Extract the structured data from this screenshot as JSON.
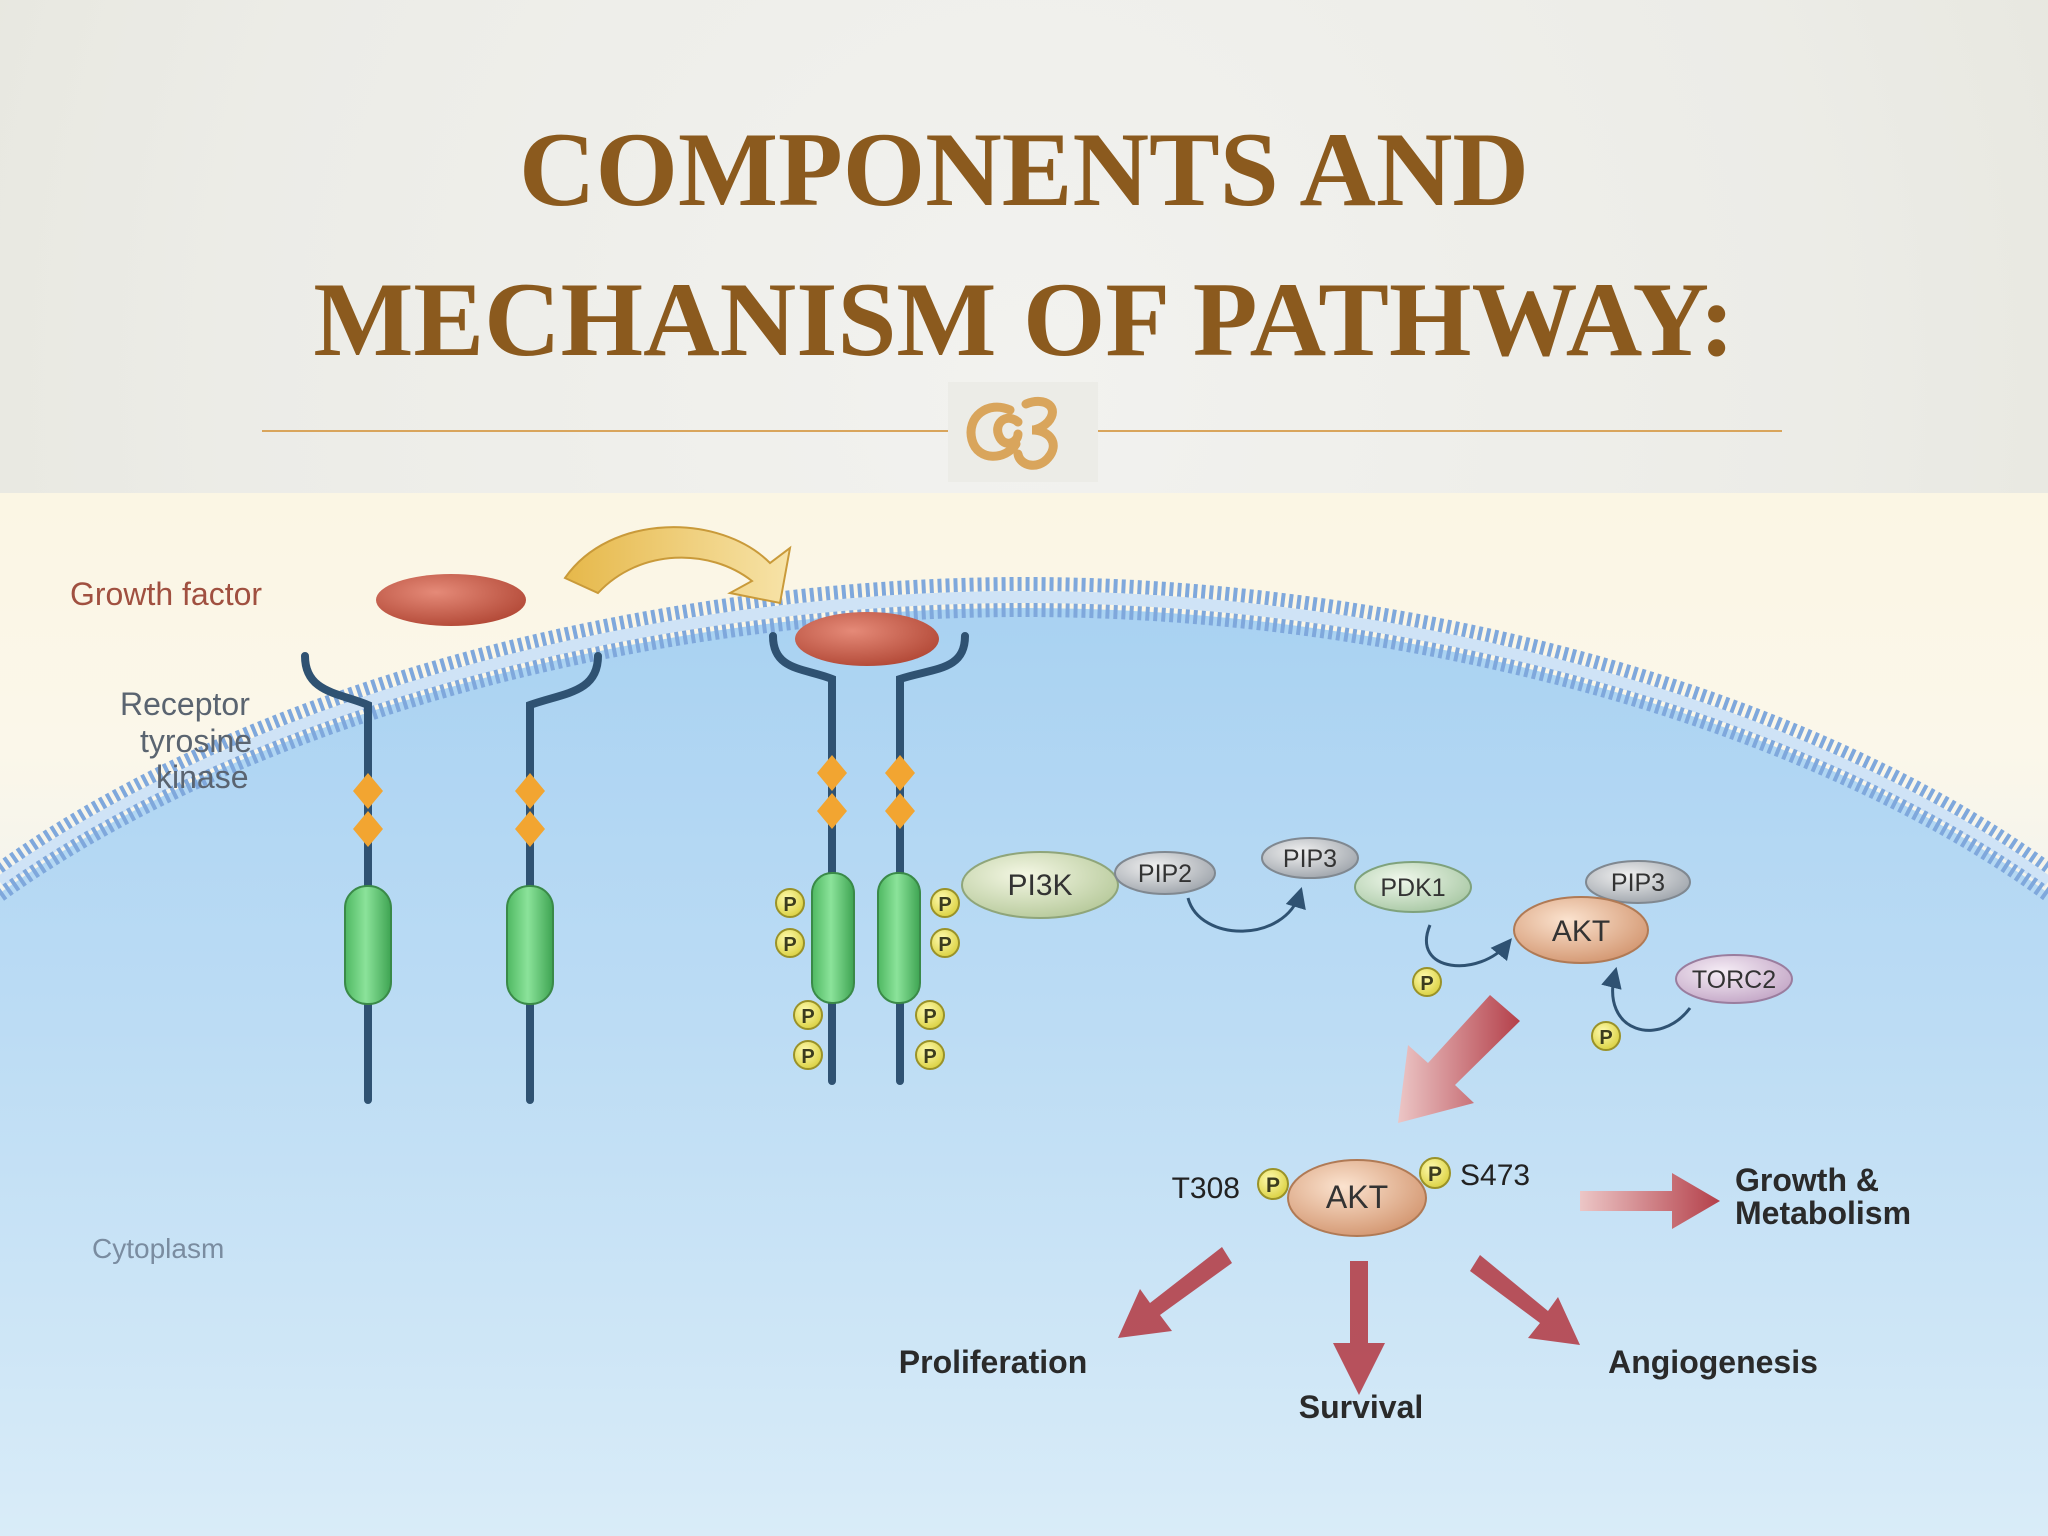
{
  "slide": {
    "title_line1": "COMPONENTS AND",
    "title_line2": "MECHANISM OF PATHWAY:"
  },
  "diagram": {
    "labels": {
      "growth_factor": "Growth factor",
      "receptor_1": "Receptor",
      "receptor_2": "tyrosine",
      "receptor_3": "kinase",
      "cytoplasm": "Cytoplasm",
      "pi3k": "PI3K",
      "pip2": "PIP2",
      "pip3_a": "PIP3",
      "pdk1": "PDK1",
      "pip3_b": "PIP3",
      "akt_top": "AKT",
      "torc2": "TORC2",
      "akt_bottom": "AKT",
      "t308": "T308",
      "s473": "S473",
      "growth_1": "Growth &",
      "growth_2": "Metabolism",
      "proliferation": "Proliferation",
      "survival": "Survival",
      "angiogenesis": "Angiogenesis",
      "phospho": "P"
    },
    "colors": {
      "title": "#8b5a1e",
      "ornament": "#d9a55c",
      "membrane": "#7fa8dc",
      "receptor": "#2f5272",
      "kinase_domain": "#6fcf7c",
      "ligand": "#c0503c",
      "arrow": "#b4404a"
    }
  }
}
